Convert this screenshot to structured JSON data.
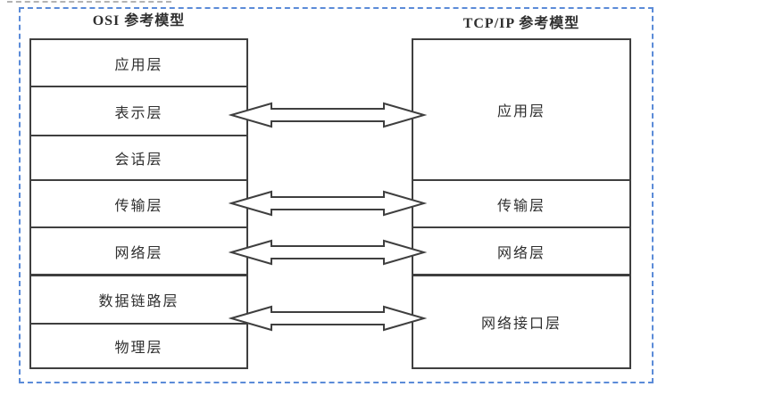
{
  "diagram": {
    "left_model": {
      "title": "OSI 参考模型",
      "layers": [
        "应用层",
        "表示层",
        "会话层",
        "传输层",
        "网络层",
        "数据链路层",
        "物理层"
      ]
    },
    "right_model": {
      "title": "TCP/IP 参考模型",
      "layers": [
        "应用层",
        "传输层",
        "网络层",
        "网络接口层"
      ]
    },
    "arrows": [
      {
        "from": "表示层",
        "to": "应用层"
      },
      {
        "from": "传输层",
        "to": "传输层"
      },
      {
        "from": "网络层",
        "to": "网络层"
      },
      {
        "from": "数据链路层/物理层",
        "to": "网络接口层"
      }
    ],
    "colors": {
      "selection_border_blue": "#5b8bd8",
      "box_line": "#3f3f3f",
      "text": "#2f2f2f",
      "top_dash_gray": "#b3b3b3"
    }
  }
}
